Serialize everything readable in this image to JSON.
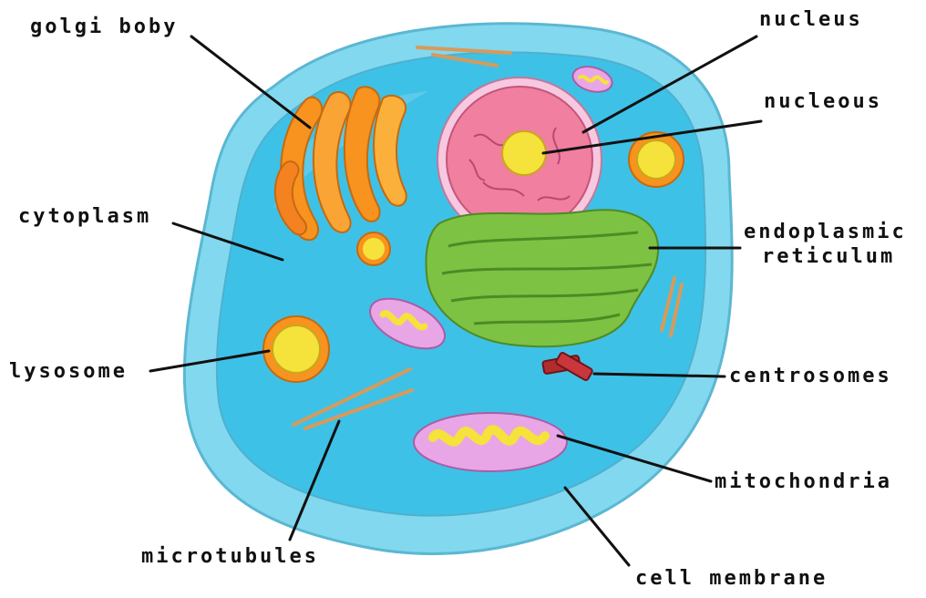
{
  "labels": {
    "golgi_body": "golgi boby",
    "nucleus": "nucleus",
    "nucleolus": "nucleous",
    "cytoplasm": "cytoplasm",
    "endoplasmic_line1": "endoplasmic",
    "endoplasmic_line2": "reticulum",
    "lysosome": "lysosome",
    "centrosomes": "centrosomes",
    "mitochondria": "mitochondria",
    "microtubules": "microtubules",
    "cell_membrane": "cell membrane"
  },
  "colors": {
    "membrane_outer": "#7fd3ea",
    "cytoplasm": "#3fc0e6",
    "nucleus": "#f07fa0",
    "nucleus_rim": "#f7c8e0",
    "nucleolus": "#f5e23a",
    "golgi": "#f7931e",
    "er": "#7dc242",
    "mitochondria_outer": "#e9a6e6",
    "mitochondria_inner": "#f5e23a",
    "lysosome": "#f7931e",
    "centrosome": "#b22b2f",
    "microtubule": "#d89a5a"
  }
}
